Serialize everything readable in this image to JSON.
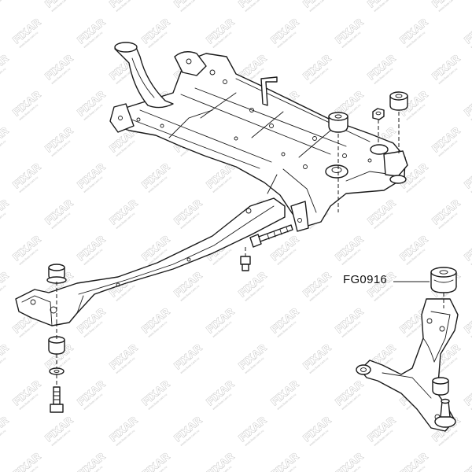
{
  "watermark": {
    "brand": "FIXAR",
    "site": "www.fixar.com.ru"
  },
  "callout": {
    "part_number": "FG0916"
  },
  "colors": {
    "line": "#1a1a1a",
    "background": "#ffffff",
    "watermark": "#bdbdbd"
  }
}
